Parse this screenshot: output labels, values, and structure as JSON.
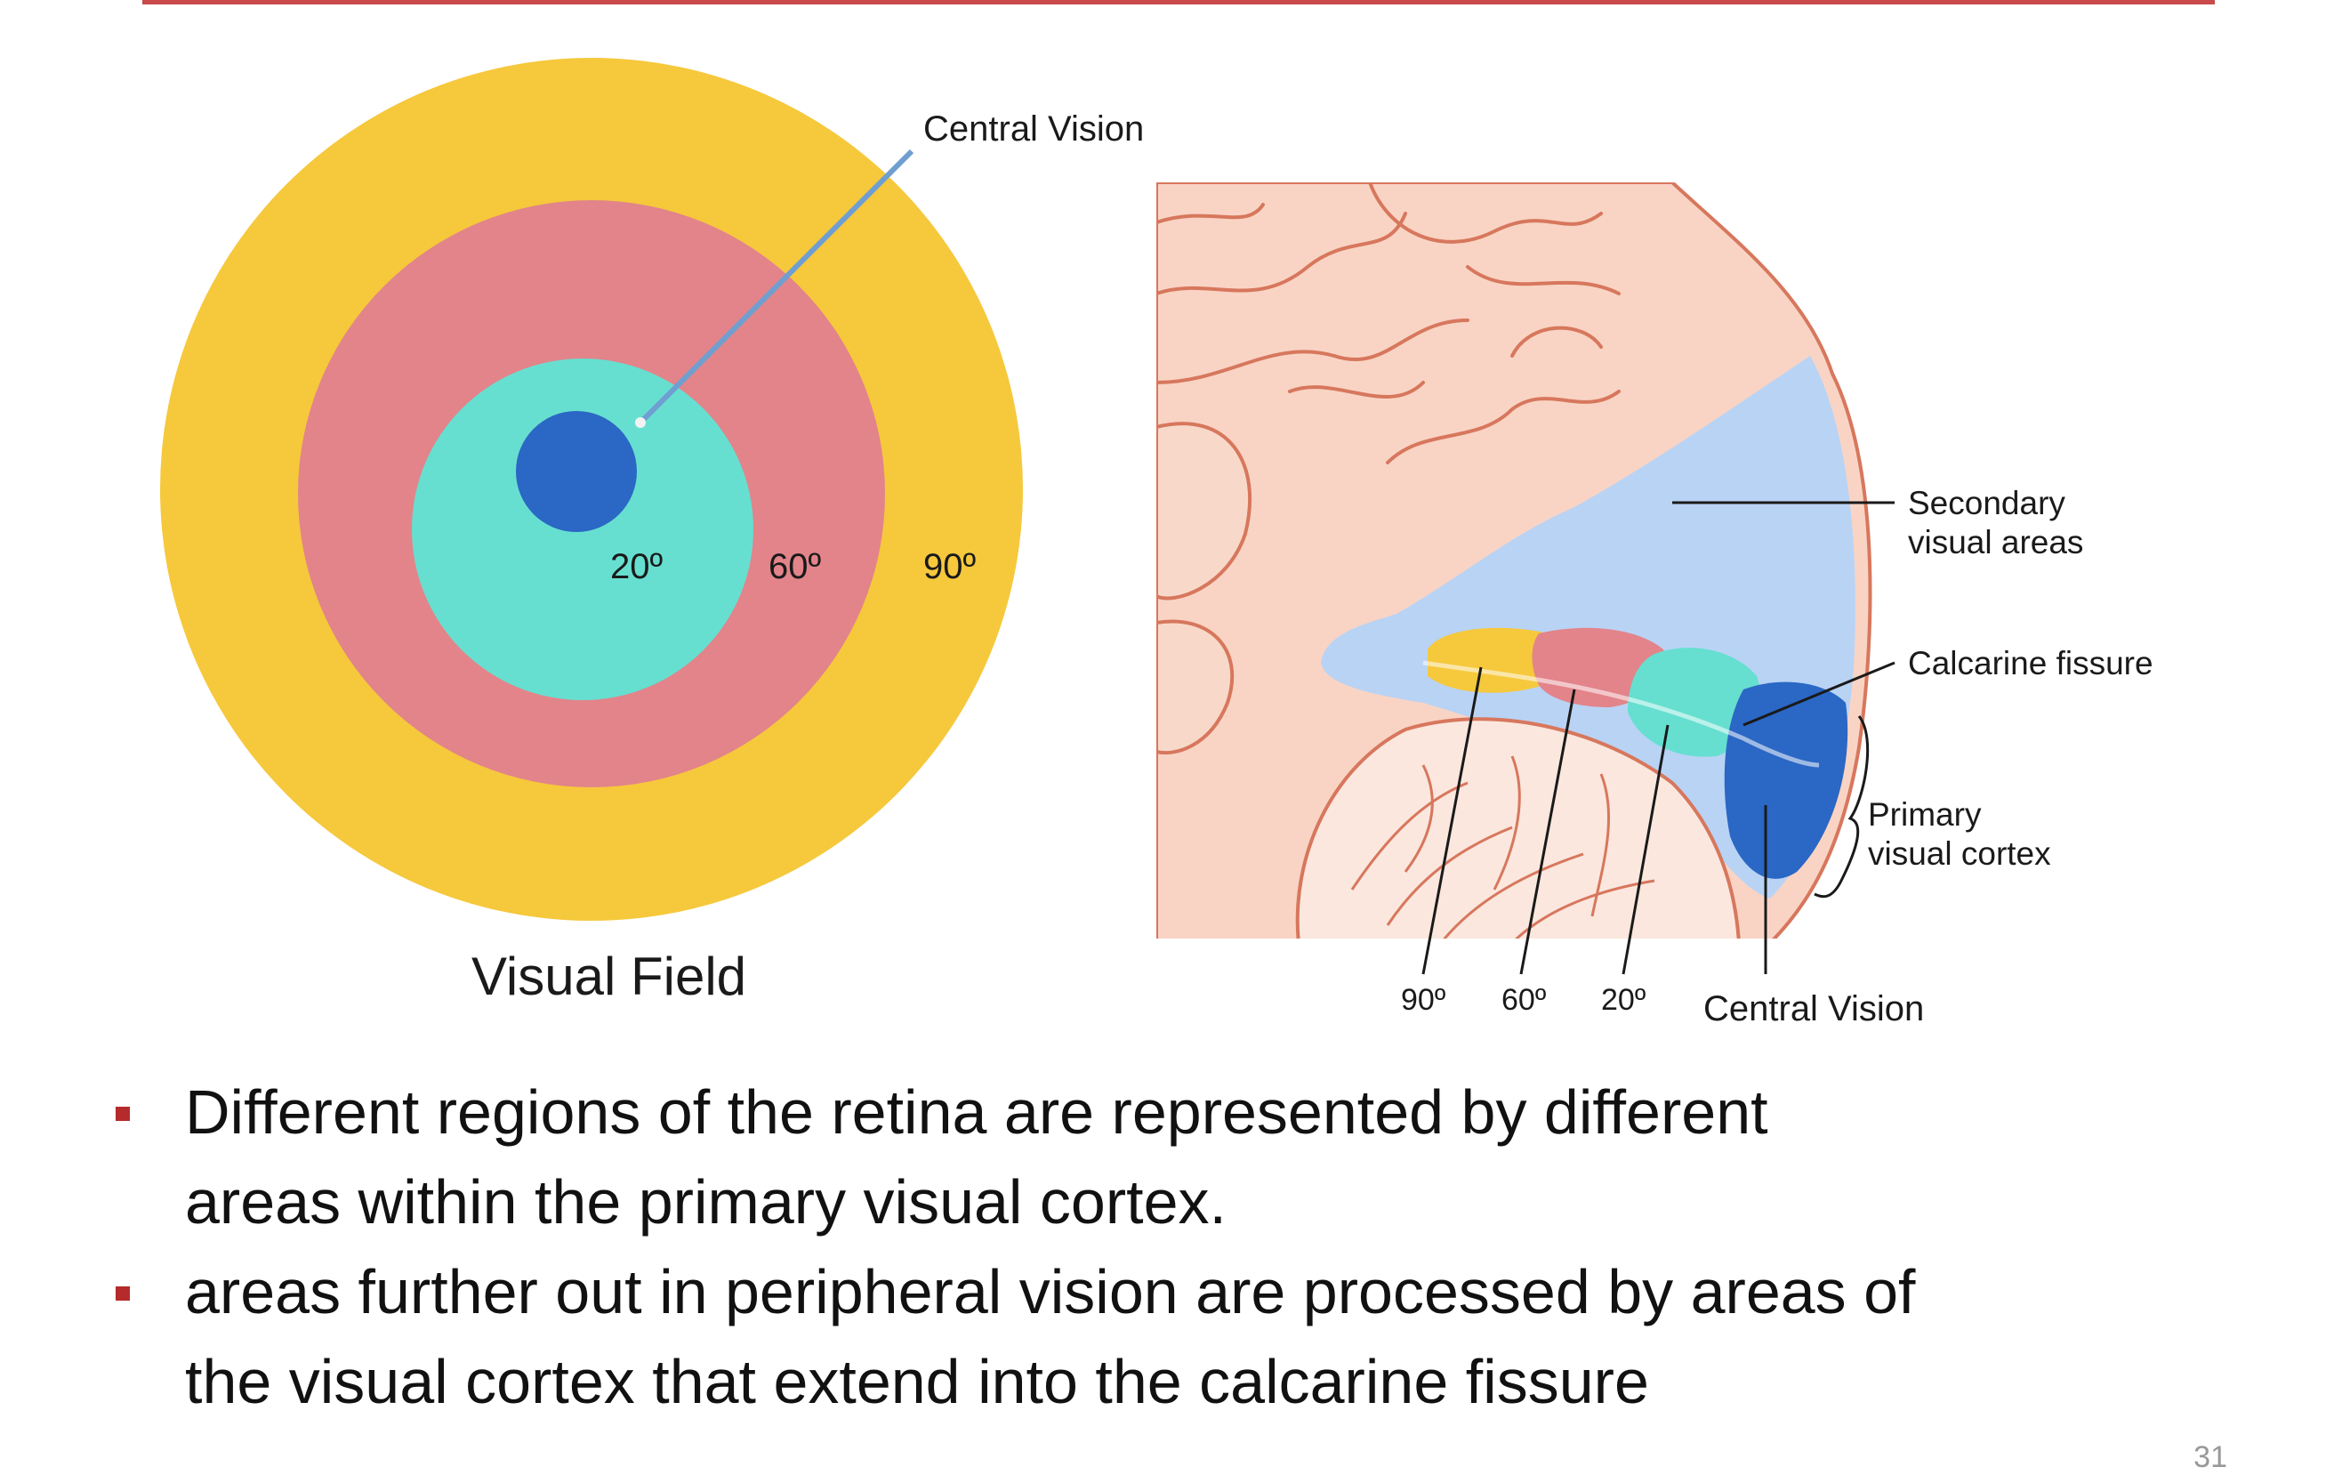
{
  "colors": {
    "ring_90": "#f6c83c",
    "ring_60": "#e2848a",
    "ring_20": "#66dfd0",
    "center": "#2b67c4",
    "cortex_blue": "#b9d3f5",
    "brain": "#f9d4c4",
    "brain_outline": "#d7775d",
    "accent": "#b52a2a"
  },
  "visual_field": {
    "title": "Visual Field",
    "callout": "Central Vision",
    "ring_labels": [
      "20º",
      "60º",
      "90º"
    ]
  },
  "brain_diagram": {
    "secondary_label": [
      "Secondary",
      "visual areas"
    ],
    "calcarine_label": "Calcarine fissure",
    "primary_label": [
      "Primary",
      "visual cortex"
    ],
    "bottom_labels": [
      "90º",
      "60º",
      "20º"
    ],
    "central_label": "Central Vision"
  },
  "bullets": [
    {
      "line1": "Different regions of the retina are represented by different",
      "line2": "areas within the primary visual cortex."
    },
    {
      "line1": "areas further out in peripheral vision are processed by areas of",
      "line2": "the visual cortex that extend into the calcarine fissure"
    }
  ],
  "page_number": "31"
}
